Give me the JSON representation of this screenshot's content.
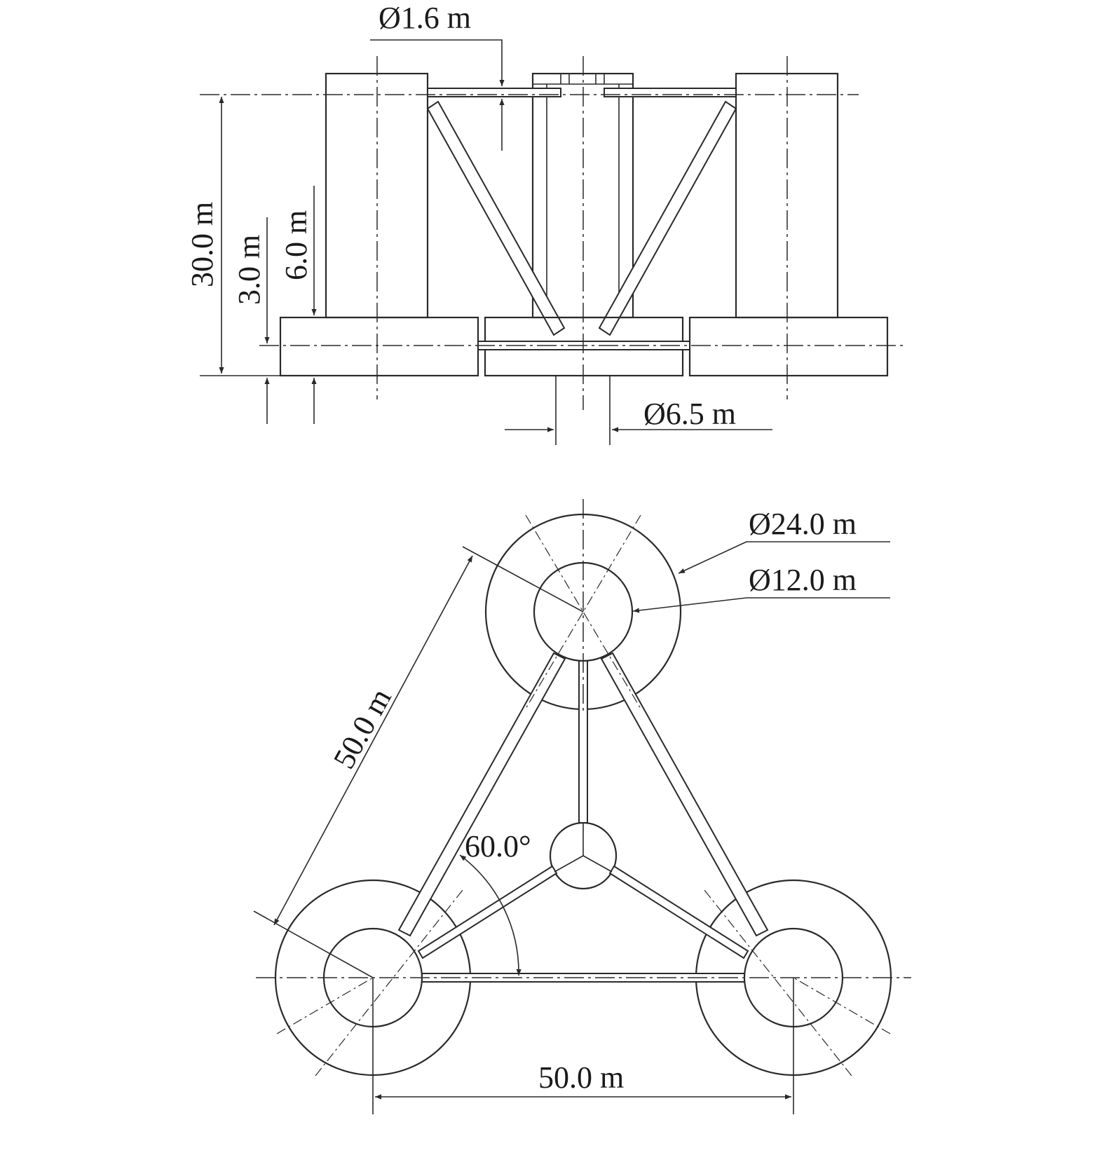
{
  "side_view": {
    "dia_brace": "Ø1.6 m",
    "dia_center_column": "Ø6.5 m",
    "height_total": "30.0 m",
    "height_half_pontoon": "3.0 m",
    "height_pontoon": "6.0 m"
  },
  "top_view": {
    "dia_outer": "Ø24.0 m",
    "dia_inner": "Ø12.0 m",
    "side_length_diag": "50.0 m",
    "side_length_base": "50.0 m",
    "angle": "60.0°"
  }
}
